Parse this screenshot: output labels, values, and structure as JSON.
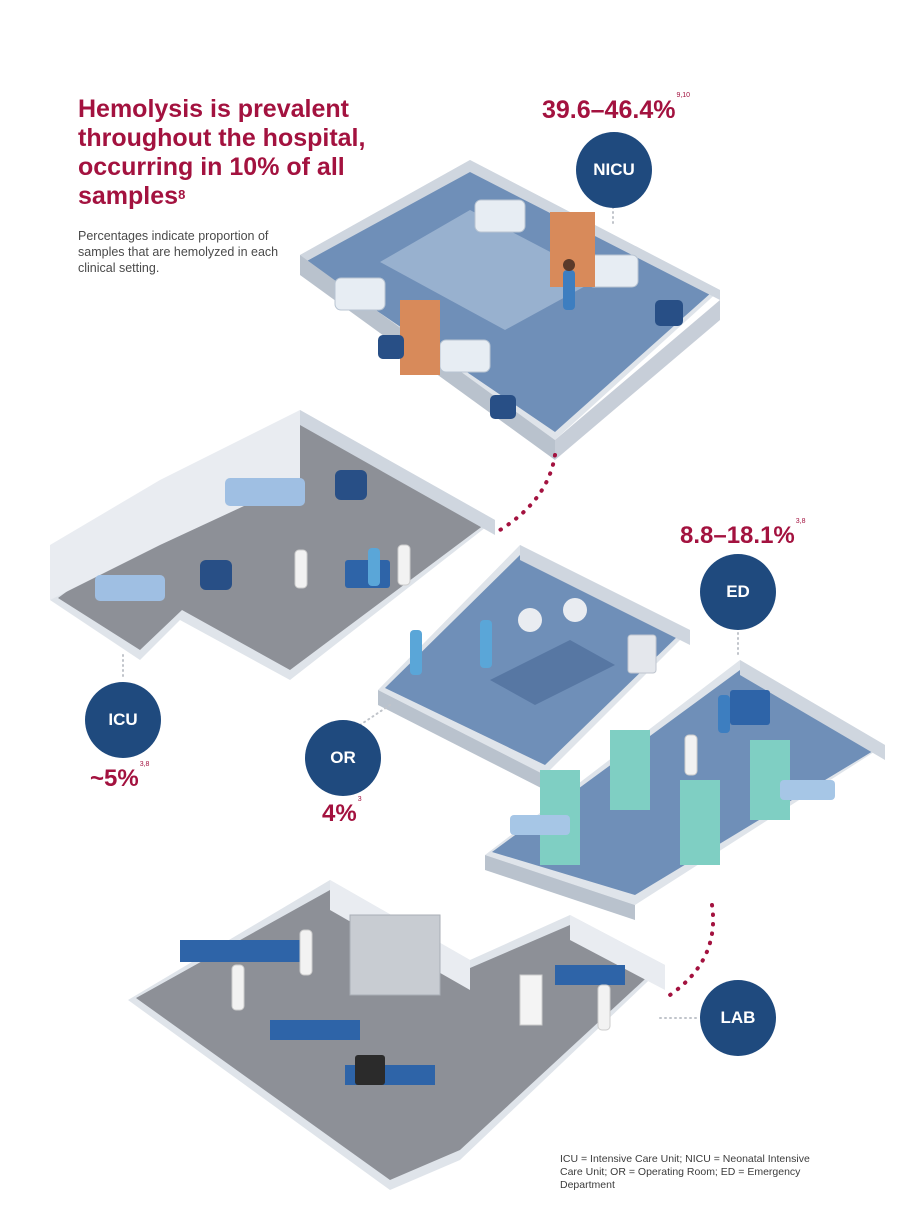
{
  "title": "Hemolysis is prevalent throughout the hospital, occurring in 10% of all samples",
  "title_ref": "8",
  "subtitle": "Percentages indicate proportion of samples that are hemolyzed in each clinical setting.",
  "settings": {
    "nicu": {
      "label": "NICU",
      "percentage": "39.6–46.4%",
      "refs": "9,10"
    },
    "icu": {
      "label": "ICU",
      "percentage": "~5%",
      "refs": "3,8"
    },
    "or": {
      "label": "OR",
      "percentage": "4%",
      "refs": "3"
    },
    "ed": {
      "label": "ED",
      "percentage": "8.8–18.1%",
      "refs": "3,8"
    },
    "lab": {
      "label": "LAB"
    }
  },
  "footnote": "ICU = Intensive Care Unit; NICU = Neonatal Intensive Care Unit; OR = Operating Room; ED = Emergency Department",
  "colors": {
    "accent": "#a3123f",
    "badge": "#1f4a7e",
    "floor_blue": "#6f8fb8",
    "floor_grey": "#8d9097",
    "wall": "#e9ecf1",
    "curtain_teal": "#7fcfc3",
    "curtain_orange": "#d88a5a"
  }
}
